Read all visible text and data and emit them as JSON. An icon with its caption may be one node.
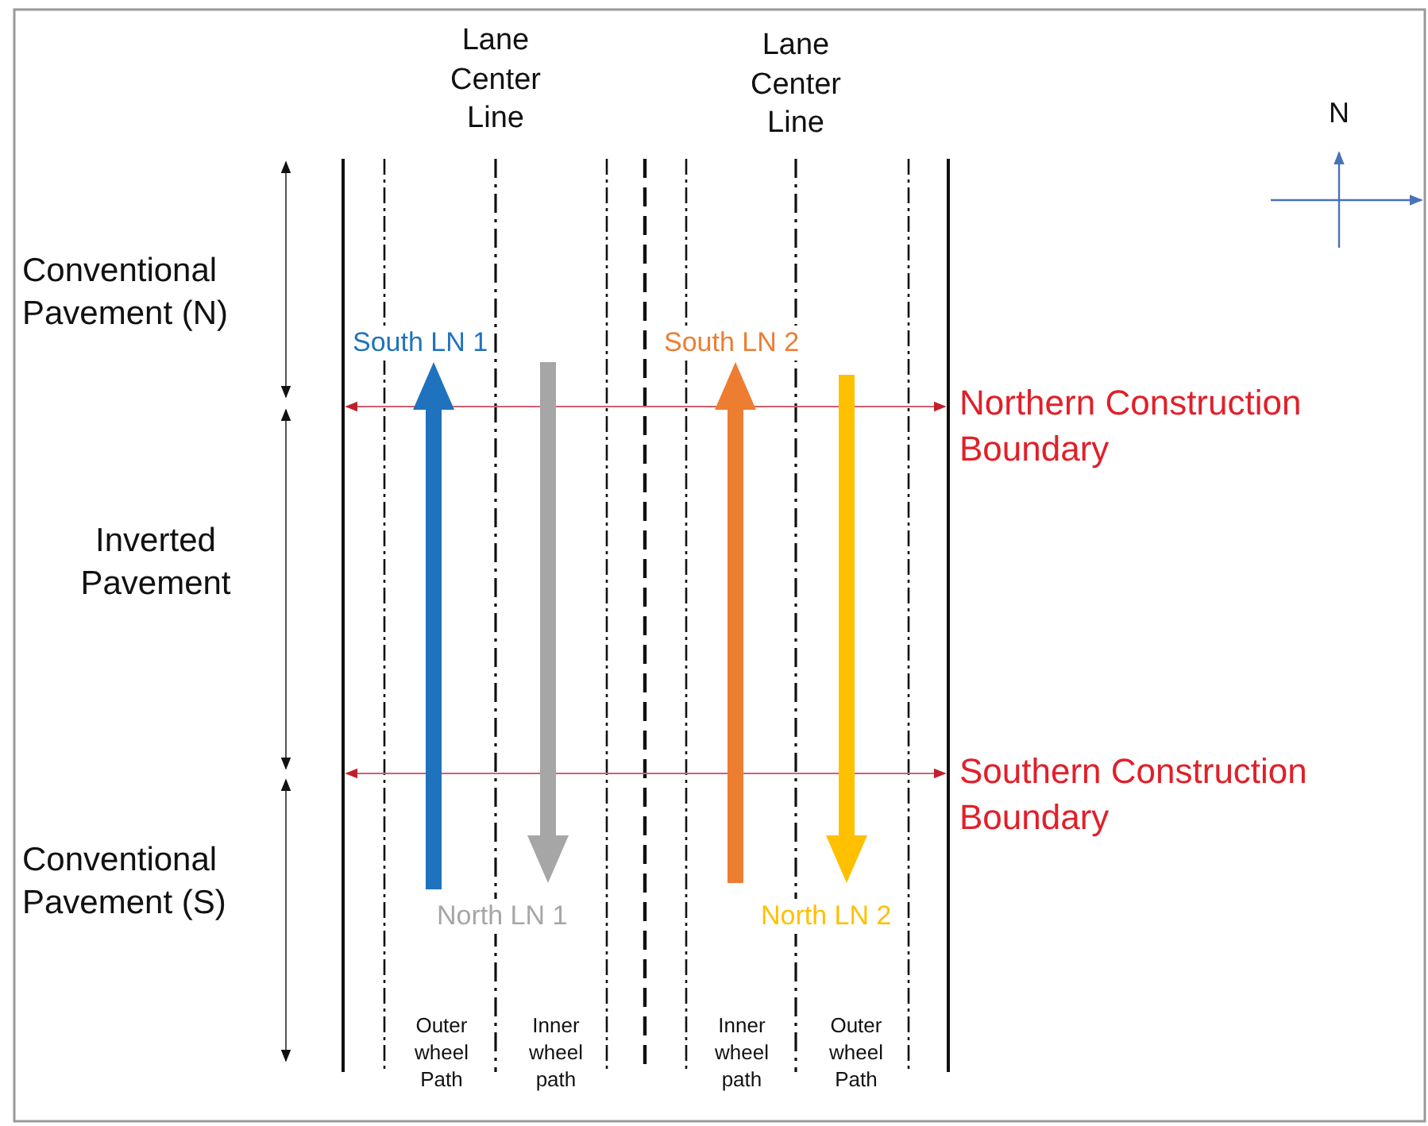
{
  "diagram": {
    "labels": [
      "Lane Center Line",
      "Lane Center Line",
      "N",
      "Conventional Pavement (N)",
      "South LN 1",
      "South LN 2",
      "Northern Construction Boundary",
      "Inverted Pavement",
      "Southern Construction Boundary",
      "Conventional Pavement (S)",
      "North LN 1",
      "North LN 2",
      "Outer wheel Path",
      "Inner wheel path",
      "Inner wheel path",
      "Outer wheel Path"
    ]
  }
}
